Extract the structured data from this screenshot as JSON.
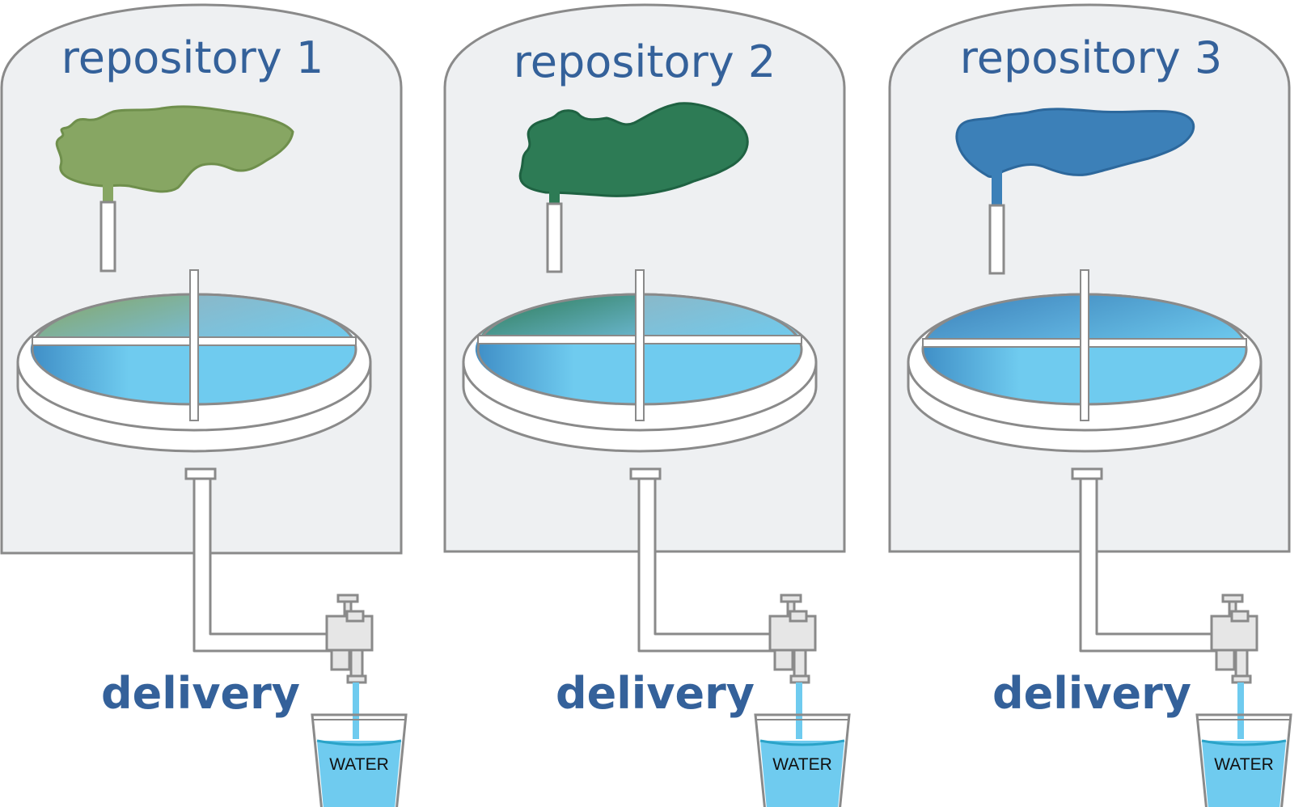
{
  "colors": {
    "housing_fill": "#eef0f2",
    "outline": "#8a8a8a",
    "label_text": "#34619a",
    "water": "#6fcbef",
    "water_deep": "#3f8ec6"
  },
  "repositories": [
    {
      "title": "repository 1",
      "source_color": "#87a663",
      "source_stroke": "#6f8f4c",
      "delivery_label": "delivery",
      "cup_label": "WATER"
    },
    {
      "title": "repository 2",
      "source_color": "#2d7b55",
      "source_stroke": "#1f6242",
      "delivery_label": "delivery",
      "cup_label": "WATER"
    },
    {
      "title": "repository 3",
      "source_color": "#3c80b8",
      "source_stroke": "#2d689c",
      "delivery_label": "delivery",
      "cup_label": "WATER"
    }
  ]
}
